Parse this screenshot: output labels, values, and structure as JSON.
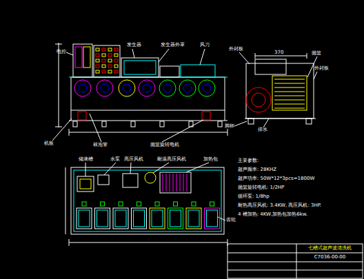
{
  "diagram": {
    "nodes": [
      {
        "text": [
          "七槽式超声波清洗机"
        ]
      },
      {
        "text": [
          "C7036-00-00"
        ]
      }
    ],
    "labels": [
      "电控",
      "发生器",
      "发生器外罩",
      "风刀",
      "机板",
      "鼓泡管",
      "抛篮旋转电机",
      "外封板",
      "抛篮",
      "370",
      "外封板",
      "脚杯",
      "排水",
      "储液槽",
      "水泵",
      "高压风机",
      "耐温高压风机",
      "加热包",
      "齿轮",
      "主要参数:",
      "超声频率: 28KHZ",
      "超声功率: 50W*12*3pcs=1800W",
      "抛篮旋转电机: 1/2HP",
      "循环泵: 1/8hp",
      "耐热高压风机: 3.4KW, 高压风机: 3HP.",
      "4 槽加热: 4KW,加热包加热6kw."
    ]
  }
}
